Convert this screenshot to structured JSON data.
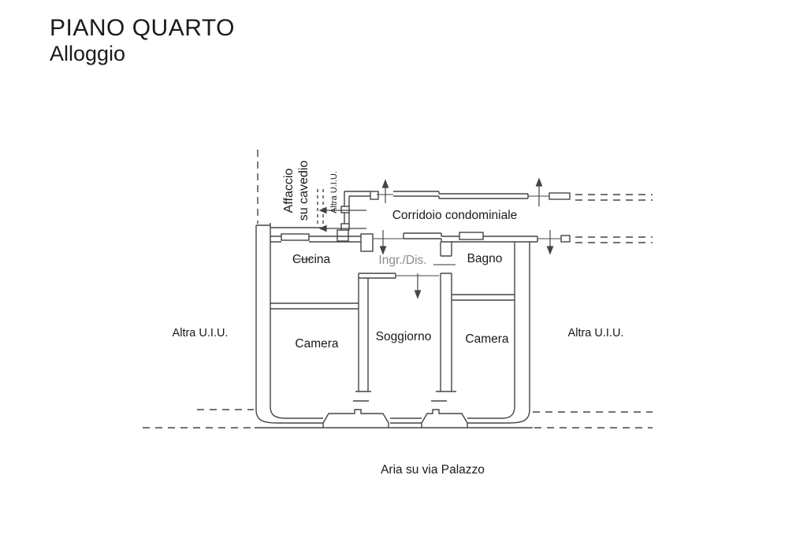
{
  "header": {
    "title": "PIANO QUARTO",
    "subtitle": "Alloggio"
  },
  "plan": {
    "corridor_label": "Corridoio condominiale",
    "rooms": {
      "cucina": "Cucina",
      "ingresso": "Ingr./Dis.",
      "bagno": "Bagno",
      "camera_left": "Camera",
      "soggiorno": "Soggiorno",
      "camera_right": "Camera"
    },
    "annotations": {
      "affaccio_line1": "Affaccio",
      "affaccio_line2": "su cavedio",
      "altra_uiu_vertical": "Altra U.I.U.",
      "altra_uiu_left": "Altra U.I.U.",
      "altra_uiu_right": "Altra U.I.U.",
      "aria": "Aria su via Palazzo"
    },
    "colors": {
      "wall_line": "#454545",
      "text": "#1a1a1a",
      "muted_text": "#8c8c8c",
      "background": "#ffffff"
    }
  }
}
